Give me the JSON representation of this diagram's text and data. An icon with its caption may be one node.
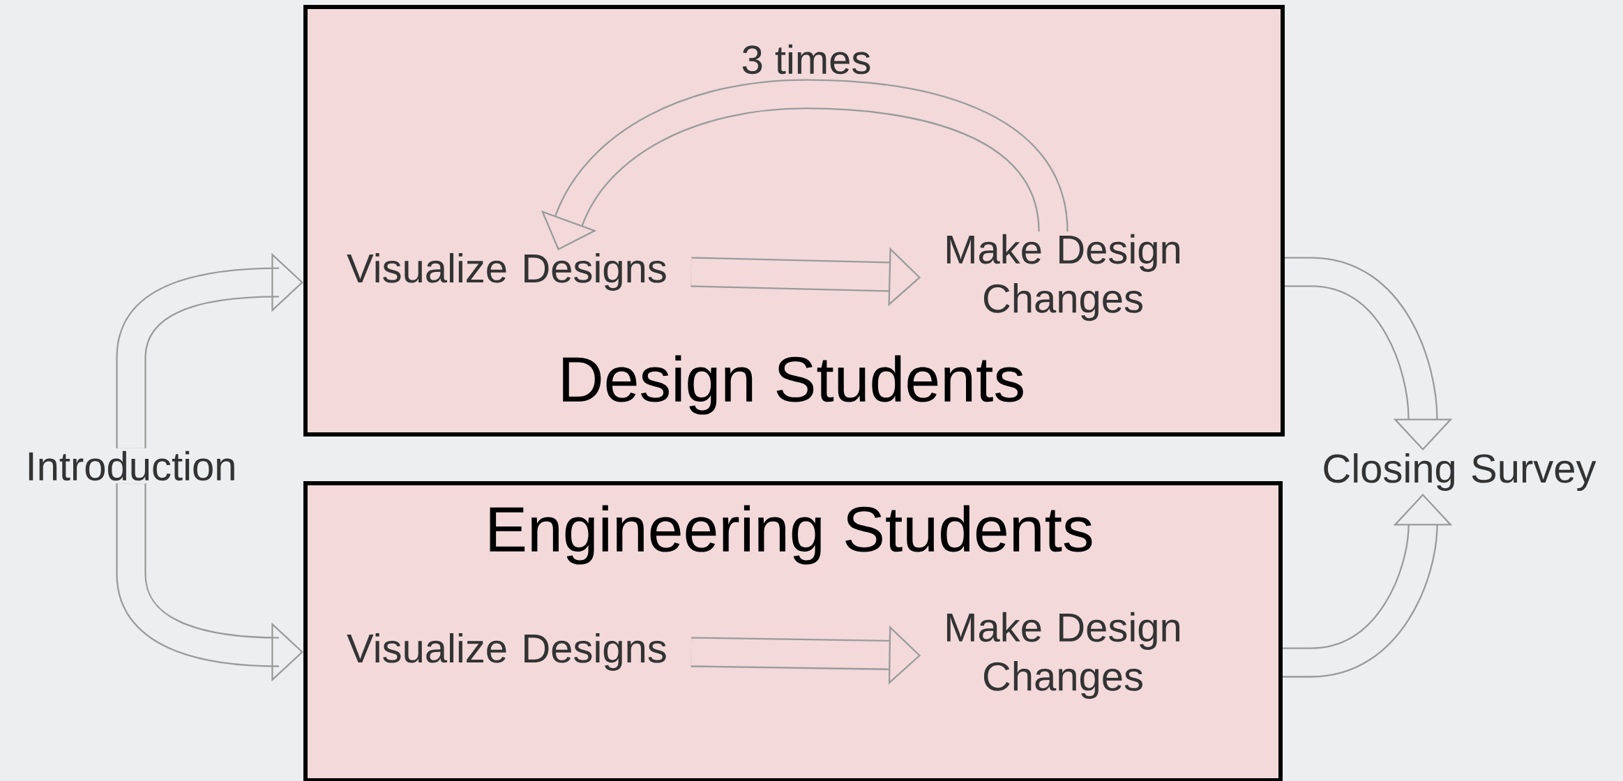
{
  "diagram": {
    "nodes": [
      {
        "text": [
          "Introduction"
        ]
      },
      {
        "text": [
          "Design Students"
        ]
      },
      {
        "text": [
          "Visualize Designs"
        ],
        "in": 1
      },
      {
        "text": [
          "Make Design Changes"
        ],
        "in": 1
      },
      {
        "text": [
          "Engineering Students"
        ]
      },
      {
        "text": [
          "Visualize Designs"
        ],
        "in": 4
      },
      {
        "text": [
          "Make Design Changes"
        ],
        "in": 4
      },
      {
        "text": [
          "Closing Survey"
        ]
      }
    ],
    "edges": [
      {
        "from": 0,
        "to": 1,
        "arrow": "to"
      },
      {
        "from": 2,
        "to": 3,
        "arrow": "to"
      },
      {
        "from": 3,
        "to": 2,
        "arrow": "to",
        "label": "3 times"
      },
      {
        "from": 0,
        "to": 4,
        "arrow": "to"
      },
      {
        "from": 5,
        "to": 6,
        "arrow": "to"
      },
      {
        "from": 1,
        "to": 7,
        "arrow": "to"
      },
      {
        "from": 4,
        "to": 7,
        "arrow": "to"
      }
    ]
  }
}
